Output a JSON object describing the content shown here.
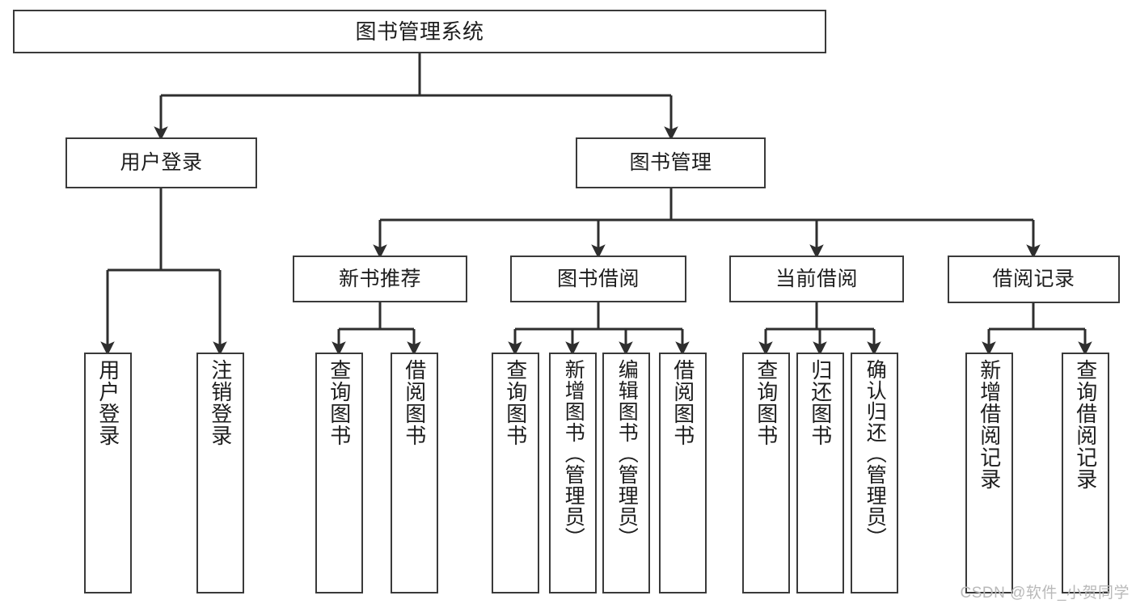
{
  "diagram": {
    "title": "图书管理系统",
    "type": "tree-hierarchy",
    "root": {
      "id": "root",
      "label": "图书管理系统"
    },
    "level2": [
      {
        "id": "user-login",
        "label": "用户登录"
      },
      {
        "id": "book-manage",
        "label": "图书管理"
      }
    ],
    "level3": [
      {
        "id": "new-book-recommend",
        "label": "新书推荐",
        "parent": "book-manage"
      },
      {
        "id": "book-borrow",
        "label": "图书借阅",
        "parent": "book-manage"
      },
      {
        "id": "current-borrow",
        "label": "当前借阅",
        "parent": "book-manage"
      },
      {
        "id": "borrow-record",
        "label": "借阅记录",
        "parent": "book-manage"
      }
    ],
    "leaves": [
      {
        "id": "leaf-user-login",
        "label": "用户登录",
        "parent": "user-login"
      },
      {
        "id": "leaf-logout",
        "label": "注销登录",
        "parent": "user-login"
      },
      {
        "id": "leaf-query-book-1",
        "label": "查询图书",
        "parent": "new-book-recommend"
      },
      {
        "id": "leaf-borrow-book-1",
        "label": "借阅图书",
        "parent": "new-book-recommend"
      },
      {
        "id": "leaf-query-book-2",
        "label": "查询图书",
        "parent": "book-borrow"
      },
      {
        "id": "leaf-add-book",
        "label": "新增图书（管理员）",
        "parent": "book-borrow"
      },
      {
        "id": "leaf-edit-book",
        "label": "编辑图书（管理员）",
        "parent": "book-borrow"
      },
      {
        "id": "leaf-borrow-book-2",
        "label": "借阅图书",
        "parent": "book-borrow"
      },
      {
        "id": "leaf-query-book-3",
        "label": "查询图书",
        "parent": "current-borrow"
      },
      {
        "id": "leaf-return-book",
        "label": "归还图书",
        "parent": "current-borrow"
      },
      {
        "id": "leaf-confirm-return",
        "label": "确认归还（管理员）",
        "parent": "current-borrow"
      },
      {
        "id": "leaf-add-record",
        "label": "新增借阅记录",
        "parent": "borrow-record"
      },
      {
        "id": "leaf-query-record",
        "label": "查询借阅记录",
        "parent": "borrow-record"
      }
    ]
  },
  "watermark": {
    "text": "CSDN @软件_小贺同学"
  },
  "colors": {
    "border": "#3a3a3a",
    "text": "#1d1d1d",
    "background": "#ffffff",
    "watermark": "#b9b9b9"
  }
}
